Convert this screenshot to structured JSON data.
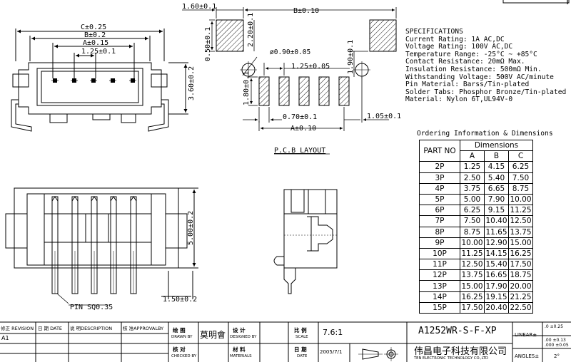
{
  "dimensions": {
    "c_025": "C±0.25",
    "b_02": "B±0.2",
    "a_015": "A±0.15",
    "pitch_125": "1.25±0.1",
    "h_360": "3.60±0.2",
    "w_160": "1.60±0.1",
    "b_010": "B±0.10",
    "h_050": "0.50±0.1",
    "h_220": "2.20±0.1",
    "hole": "ø0.90±0.05",
    "pitch_125b": "1.25±0.05",
    "h_190": "1.90±0.1",
    "h_180": "1.80±0.1",
    "w_070": "0.70±0.1",
    "a_010": "A±0.10",
    "w_105": "1.05±0.1",
    "h_500": "5.00±0.2",
    "w_150": "1.50±0.2",
    "pin": "PIN SQ0.35"
  },
  "pcb_layout_label": "P.C.B LAYOUT",
  "specifications": {
    "title": "SPECIFICATIONS",
    "lines": [
      "Current Rating: 1A AC,DC",
      "Voltage Rating: 100V AC,DC",
      "Temperature Range: -25°C ~ +85°C",
      "Contact Resistance: 20mΩ Max.",
      "Insulation Resistance: 500mΩ Min.",
      "Withstanding Voltage: 500V AC/minute",
      "Pin Material: Barss/Tin-plated",
      "Solder Tabs: Phosphor Bronze/Tin-plated",
      "Material: Nylon 6T,UL94V-0"
    ]
  },
  "ordering": {
    "title": "Ordering Information & Dimensions",
    "part_header": "PART NO",
    "dims_header": "Dimensions",
    "columns": [
      "A",
      "B",
      "C"
    ],
    "rows": [
      [
        "2P",
        "1.25",
        "4.15",
        "6.25"
      ],
      [
        "3P",
        "2.50",
        "5.40",
        "7.50"
      ],
      [
        "4P",
        "3.75",
        "6.65",
        "8.75"
      ],
      [
        "5P",
        "5.00",
        "7.90",
        "10.00"
      ],
      [
        "6P",
        "6.25",
        "9.15",
        "11.25"
      ],
      [
        "7P",
        "7.50",
        "10.40",
        "12.50"
      ],
      [
        "8P",
        "8.75",
        "11.65",
        "13.75"
      ],
      [
        "9P",
        "10.00",
        "12.90",
        "15.00"
      ],
      [
        "10P",
        "11.25",
        "14.15",
        "16.25"
      ],
      [
        "11P",
        "12.50",
        "15.40",
        "17.50"
      ],
      [
        "12P",
        "13.75",
        "16.65",
        "18.75"
      ],
      [
        "13P",
        "15.00",
        "17.90",
        "20.00"
      ],
      [
        "14P",
        "16.25",
        "19.15",
        "21.25"
      ],
      [
        "15P",
        "17.50",
        "20.40",
        "22.50"
      ]
    ]
  },
  "title_block": {
    "revision_label": "修正 REVISION",
    "date_label": "日 期 DATE",
    "description_label": "说 明DESCRIPTION",
    "approval_label": "核 准APPROVALBY",
    "revision_value": "A1",
    "drawn_label": "绘 图",
    "drawn_sub": "DRAWN BY",
    "drawn_value": "莫明會",
    "designed_label": "设 计",
    "designed_sub": "DESIGNED BY",
    "checked_label": "核 对",
    "checked_sub": "CHECKED BY",
    "materials_label": "材 料",
    "materials_sub": "MATERIALS",
    "scale_label": "比 例",
    "scale_sub": "SCALE",
    "scale_value": "7.6:1",
    "date2_label": "日 期",
    "date2_sub": "DATE",
    "date_value": "2005/7/1",
    "part_number": "A1252WR-S-F-XP",
    "company_cn": "伟昌电子科技有限公司",
    "company_en": "TEN ELECTRONIC TECHNOLOGY CO.,LTD",
    "linear_label": "LINEAR±",
    "tol1": ".0 ±0.25",
    "tol2": ".00 ±0.13",
    "tol3": ".000 ±0.05",
    "angles_label": "ANGLES±",
    "angles_value": "2°"
  }
}
